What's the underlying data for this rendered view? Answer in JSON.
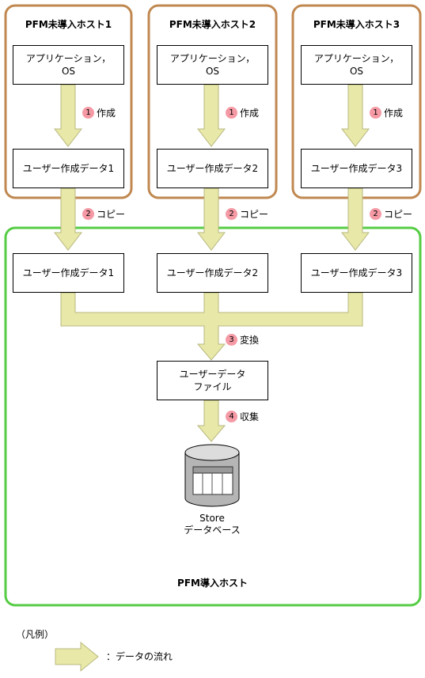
{
  "hosts": [
    {
      "title": "PFM未導入ホスト1",
      "app_line1": "アプリケーション，",
      "app_line2": "OS",
      "data": "ユーザー作成データ1"
    },
    {
      "title": "PFM未導入ホスト2",
      "app_line1": "アプリケーション，",
      "app_line2": "OS",
      "data": "ユーザー作成データ2"
    },
    {
      "title": "PFM未導入ホスト3",
      "app_line1": "アプリケーション，",
      "app_line2": "OS",
      "data": "ユーザー作成データ3"
    }
  ],
  "steps": {
    "create": {
      "num": "1",
      "label": "作成"
    },
    "copy": {
      "num": "2",
      "label": "コピー"
    },
    "convert": {
      "num": "3",
      "label": "変換"
    },
    "collect": {
      "num": "4",
      "label": "収集"
    }
  },
  "pfm_host": {
    "title": "PFM導入ホスト",
    "copied_data": [
      "ユーザー作成データ1",
      "ユーザー作成データ2",
      "ユーザー作成データ3"
    ],
    "user_data_file_line1": "ユーザーデータ",
    "user_data_file_line2": "ファイル",
    "store_line1": "Store",
    "store_line2": "データベース"
  },
  "legend": {
    "title": "（凡例）",
    "arrow_label": "：データの流れ"
  },
  "colors": {
    "host_border": "#c08850",
    "pfm_border": "#55cc44",
    "arrow_fill": "#e8e8a8",
    "arrow_stroke": "#b8b880",
    "step_circle": "#f59aa5"
  }
}
